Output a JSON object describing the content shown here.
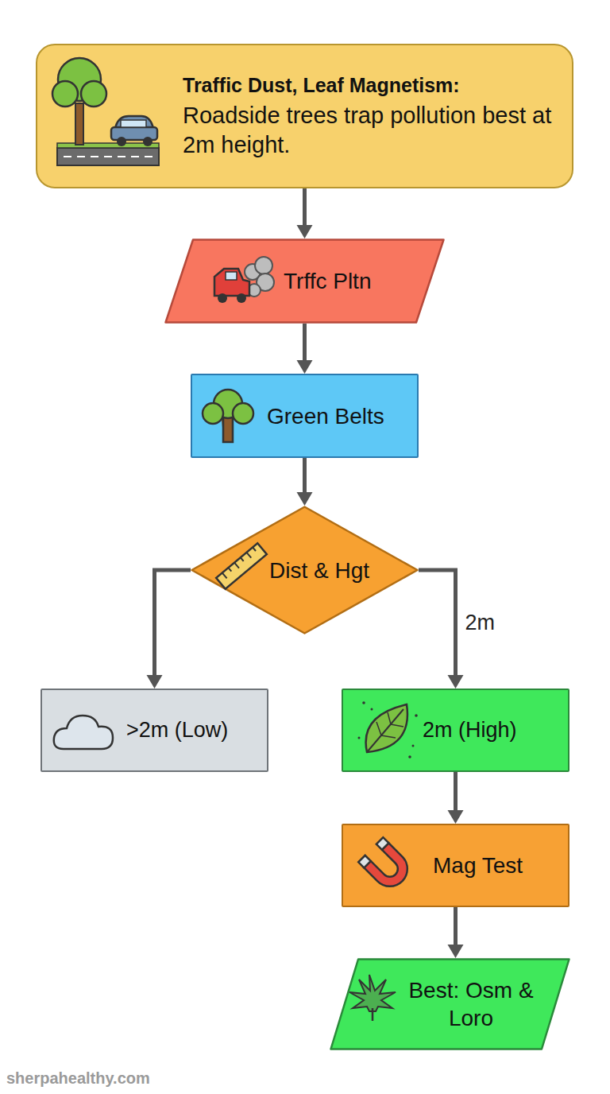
{
  "diagram": {
    "nodes": [
      {
        "text": [
          "Traffic Dust, Leaf Magnetism:",
          "Roadside trees trap pollution best at 2m height."
        ]
      },
      {
        "text": [
          "Trffc Pltn"
        ]
      },
      {
        "text": [
          "Green Belts"
        ]
      },
      {
        "text": [
          "Dist & Hgt"
        ]
      },
      {
        "text": [
          ">2m (Low)"
        ]
      },
      {
        "text": [
          "2m (High)"
        ]
      },
      {
        "text": [
          "Mag Test"
        ]
      },
      {
        "text": [
          "Best: Osm & Loro"
        ]
      }
    ],
    "edges": [
      {
        "from": 0,
        "to": 1,
        "arrow": "to"
      },
      {
        "from": 1,
        "to": 2,
        "arrow": "to"
      },
      {
        "from": 2,
        "to": 3,
        "arrow": "to"
      },
      {
        "from": 3,
        "to": 4,
        "arrow": "to"
      },
      {
        "from": 3,
        "to": 5,
        "label": "2m",
        "arrow": "to"
      },
      {
        "from": 5,
        "to": 6,
        "arrow": "to"
      },
      {
        "from": 6,
        "to": 7,
        "arrow": "to"
      }
    ],
    "labels": [
      "sherpahealthy.com"
    ]
  }
}
